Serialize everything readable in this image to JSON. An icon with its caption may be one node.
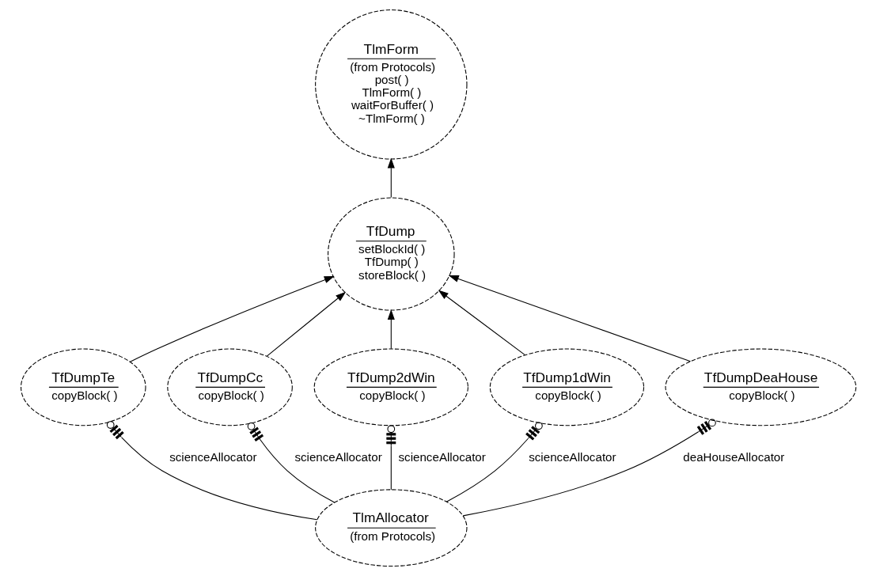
{
  "diagram": {
    "nodes": [
      {
        "text": [
          "TlmForm",
          "(from Protocols)",
          "post( )",
          "TlmForm( )",
          "waitForBuffer( )",
          "~TlmForm( )"
        ]
      },
      {
        "text": [
          "TfDump",
          "setBlockId( )",
          "TfDump( )",
          "storeBlock( )"
        ]
      },
      {
        "text": [
          "TfDumpTe",
          "copyBlock( )"
        ]
      },
      {
        "text": [
          "TfDumpCc",
          "copyBlock( )"
        ]
      },
      {
        "text": [
          "TfDump2dWin",
          "copyBlock( )"
        ]
      },
      {
        "text": [
          "TfDump1dWin",
          "copyBlock( )"
        ]
      },
      {
        "text": [
          "TfDumpDeaHouse",
          "copyBlock( )"
        ]
      },
      {
        "text": [
          "TlmAllocator",
          "(from Protocols)"
        ]
      }
    ],
    "edges": [
      {
        "from": 1,
        "to": 0,
        "arrow": "to"
      },
      {
        "from": 2,
        "to": 1,
        "arrow": "to"
      },
      {
        "from": 3,
        "to": 1,
        "arrow": "to"
      },
      {
        "from": 4,
        "to": 1,
        "arrow": "to"
      },
      {
        "from": 5,
        "to": 1,
        "arrow": "to"
      },
      {
        "from": 6,
        "to": 1,
        "arrow": "to"
      },
      {
        "from": 2,
        "to": 7,
        "arrow": "other",
        "label": "scienceAllocator"
      },
      {
        "from": 3,
        "to": 7,
        "arrow": "other",
        "label": "scienceAllocator"
      },
      {
        "from": 4,
        "to": 7,
        "arrow": "other",
        "label": "scienceAllocator"
      },
      {
        "from": 5,
        "to": 7,
        "arrow": "other",
        "label": "scienceAllocator"
      },
      {
        "from": 6,
        "to": 7,
        "arrow": "other",
        "label": "deaHouseAllocator"
      }
    ]
  }
}
